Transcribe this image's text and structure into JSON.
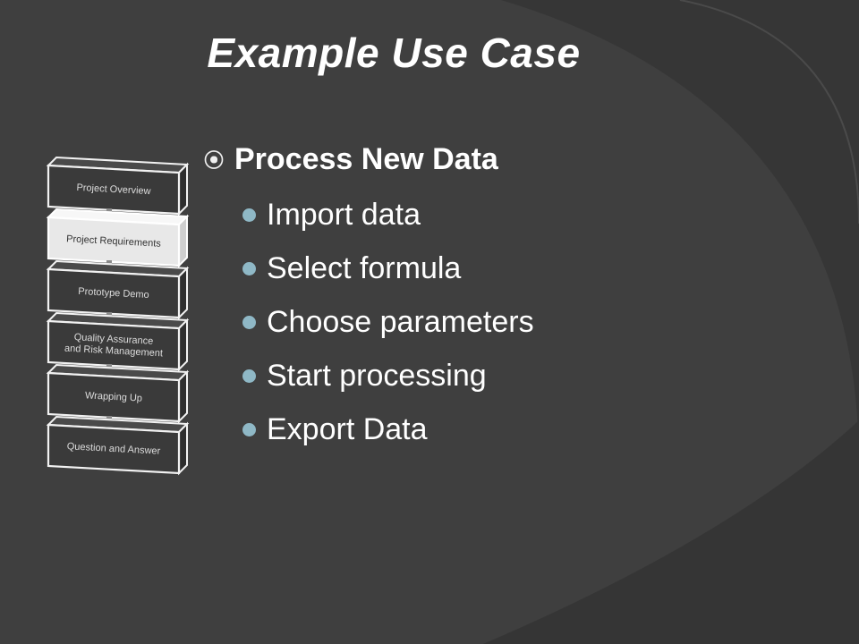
{
  "slide": {
    "title": "Example Use Case",
    "main_bullet": {
      "marker_icon": "circled-dot-icon",
      "label": "Process New Data"
    },
    "sub_bullets": [
      "Import data",
      "Select formula",
      "Choose parameters",
      "Start processing",
      "Export Data"
    ]
  },
  "process_stack": {
    "steps": [
      {
        "label_lines": [
          "Project Overview"
        ],
        "highlighted": false
      },
      {
        "label_lines": [
          "Project Requirements"
        ],
        "highlighted": true
      },
      {
        "label_lines": [
          "Prototype Demo"
        ],
        "highlighted": false
      },
      {
        "label_lines": [
          "Quality Assurance",
          "and Risk Management"
        ],
        "highlighted": false
      },
      {
        "label_lines": [
          "Wrapping Up"
        ],
        "highlighted": false
      },
      {
        "label_lines": [
          "Question and Answer"
        ],
        "highlighted": false
      }
    ]
  },
  "colors": {
    "background": "#3f3f3f",
    "background_accent": "#2f2f2f",
    "text": "#ffffff",
    "sub_bullet_dot": "#8fb8c6",
    "step_box": "#3a3a3a",
    "step_box_highlight": "#e8e8e8"
  }
}
